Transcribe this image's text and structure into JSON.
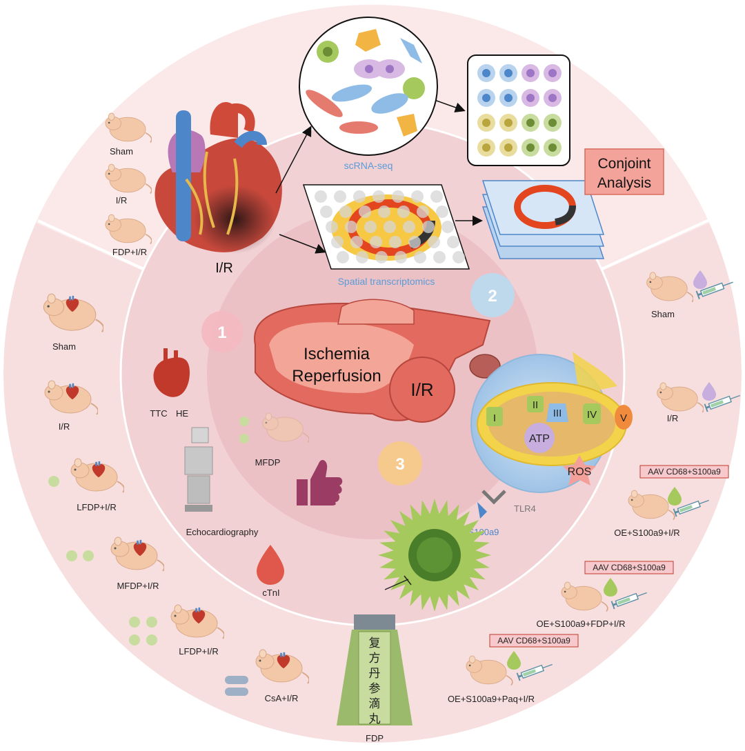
{
  "colors": {
    "outer_ring": "#f7dfe0",
    "top_segment": "#fbe9ea",
    "inner_ring": "#f2d1d4",
    "core": "#ecc1c6",
    "ischemia": "#e36a5f",
    "ischemia_dark": "#b7463c",
    "macrophage": "#a6c95d",
    "mito_outer": "#b9d3ef",
    "mito_inner": "#f2d34a",
    "conjoint_box": "#f3a39a",
    "badge_1": "#f4b9c0",
    "badge_2": "#b9daf0",
    "badge_3": "#f7c98a",
    "aav_box": "#f7c9cc",
    "fdp_bottle": "#9cba6b"
  },
  "top_section": {
    "groups": [
      "Sham",
      "I/R",
      "FDP+I/R"
    ],
    "heart_label": "I/R",
    "scrna_label": "scRNA-seq",
    "spatial_label": "Spatial transcriptomics",
    "conjoint_line1": "Conjoint",
    "conjoint_line2": "Analysis"
  },
  "center": {
    "line1": "Ischemia",
    "line2": "Reperfusion",
    "abbrev": "I/R"
  },
  "badges": [
    "1",
    "2",
    "3"
  ],
  "left_section": {
    "groups": [
      "Sham",
      "I/R",
      "LFDP+I/R",
      "MFDP+I/R",
      "LFDP+I/R",
      "CsA+I/R"
    ],
    "ttc": "TTC",
    "he": "HE",
    "mfdp": "MFDP",
    "echo": "Echocardiography",
    "ctni": "cTnI"
  },
  "right_section": {
    "groups": [
      "Sham",
      "I/R",
      "OE+S100a9+I/R",
      "OE+S100a9+FDP+I/R",
      "OE+S100a9+Paq+I/R"
    ],
    "aav": "AAV CD68+S100a9",
    "mito_complexes": [
      "I",
      "II",
      "III",
      "IV",
      "V"
    ],
    "atp": "ATP",
    "ros": "ROS",
    "tlr4": "TLR4",
    "s100a9": "S100a9"
  },
  "bottom": {
    "bottle_chars": [
      "复",
      "方",
      "丹",
      "参",
      "滴",
      "丸"
    ],
    "fdp_label": "FDP"
  }
}
